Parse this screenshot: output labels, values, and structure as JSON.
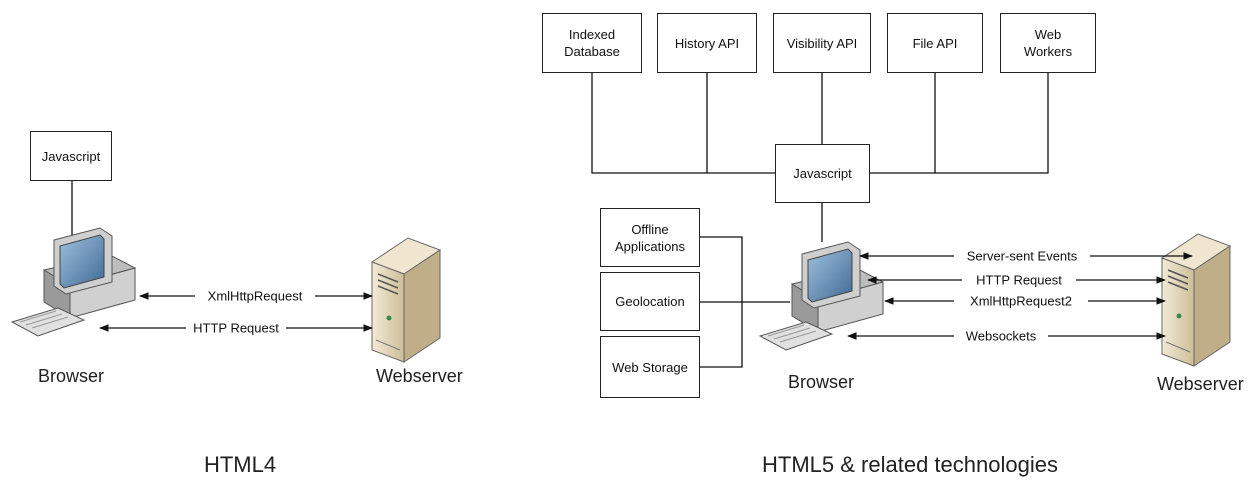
{
  "html4": {
    "javascript_box": "Javascript",
    "browser_label": "Browser",
    "webserver_label": "Webserver",
    "connections": [
      "XmlHttpRequest",
      "HTTP Request"
    ],
    "caption": "HTML4"
  },
  "html5": {
    "apis": [
      "Indexed\nDatabase",
      "History API",
      "Visibility API",
      "File API",
      "Web\nWorkers"
    ],
    "javascript_box": "Javascript",
    "client_features": [
      "Offline\nApplications",
      "Geolocation",
      "Web Storage"
    ],
    "browser_label": "Browser",
    "webserver_label": "Webserver",
    "connections": [
      "Server-sent Events",
      "HTTP Request",
      "XmlHttpRequest2",
      "Websockets"
    ],
    "caption": "HTML5 & related technologies"
  },
  "colors": {
    "line": "#111111",
    "computer_body": "#dcdcdc",
    "monitor_screen": "#5a7fa3",
    "server_body": "#e8dcc0"
  }
}
